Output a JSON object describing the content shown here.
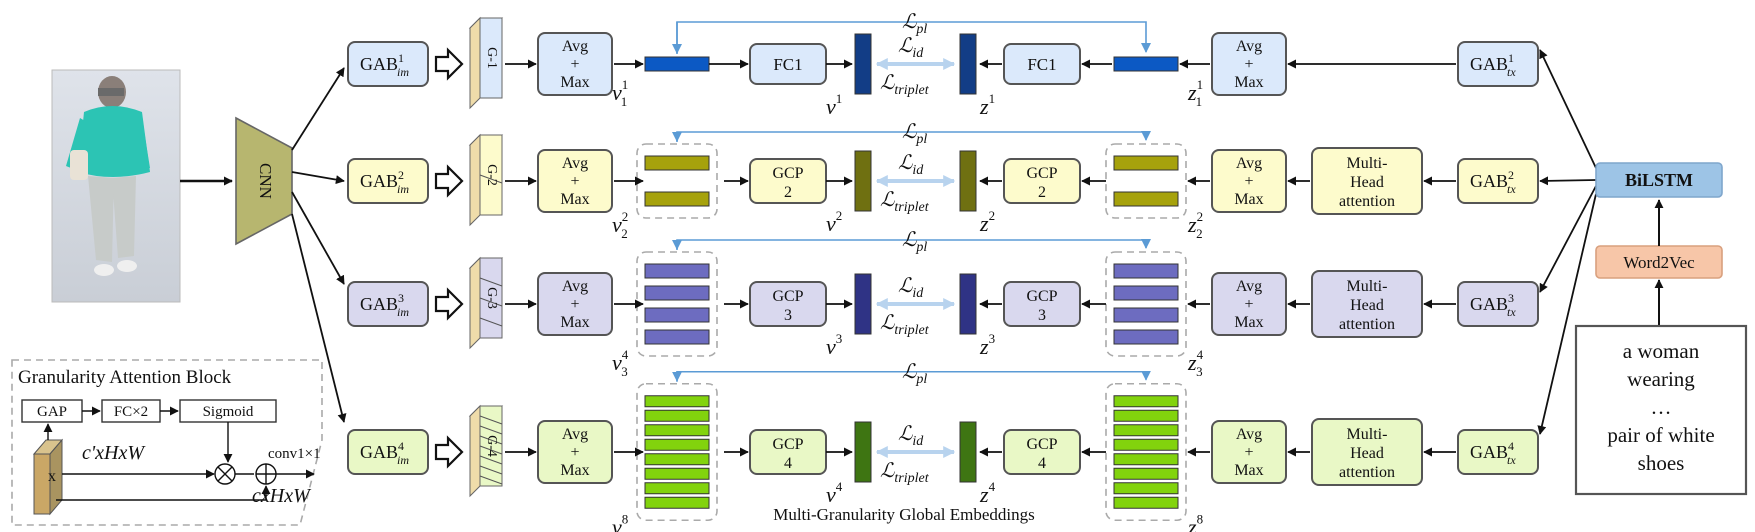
{
  "colors": {
    "row1": "#dbe9fb",
    "row1_bar": "#0c59c4",
    "row1_vec": "#123d86",
    "row2": "#fdfbcc",
    "row2_bar": "#a6a20c",
    "row2_vec": "#6f7011",
    "row3": "#d9d8ee",
    "row3_bar": "#6d6cc0",
    "row3_vec": "#2f3385",
    "row4": "#e9f8c6",
    "row4_bar": "#82d30d",
    "row4_vec": "#3e7512",
    "bilstm": "#9dc4e6",
    "word2vec": "#f7c6a8",
    "cnn": "#b7b66f",
    "pl_arrow": "#5b9bd5",
    "id_arrow": "#b8d3ee"
  },
  "labels": {
    "cnn": "CNN",
    "gab_base": "GAB",
    "im_sub": "im",
    "tx_sub": "tx",
    "avg": "Avg",
    "plus": "+",
    "max": "Max",
    "fc1": "FC1",
    "gcp": "GCP",
    "multi": "Multi-",
    "head": "Head",
    "attention": "attention",
    "bilstm": "BiLSTM",
    "word2vec": "Word2Vec",
    "caption_lines": [
      "a woman",
      "wearing",
      "…",
      "pair of white",
      "shoes"
    ],
    "bottom_caption": "Multi-Granularity Global Embeddings",
    "loss_pl": "pl",
    "loss_id": "id",
    "loss_triplet": "triplet",
    "loss_L": "ℒ",
    "v": "v",
    "z": "z",
    "g_labels": [
      "G-1",
      "G-2",
      "G-3",
      "G-4"
    ],
    "row_sups": [
      "1",
      "2",
      "3",
      "4"
    ],
    "gcp_nums": [
      "2",
      "3",
      "4"
    ],
    "part_sups": [
      "1",
      "2",
      "4",
      "8"
    ]
  },
  "gab_block": {
    "title": "Granularity Attention Block",
    "gap": "GAP",
    "fc2": "FC×2",
    "sigmoid": "Sigmoid",
    "x": "x",
    "in_shape": "c'xHxW",
    "conv": "conv1×1",
    "out_shape": "cxHxW"
  }
}
